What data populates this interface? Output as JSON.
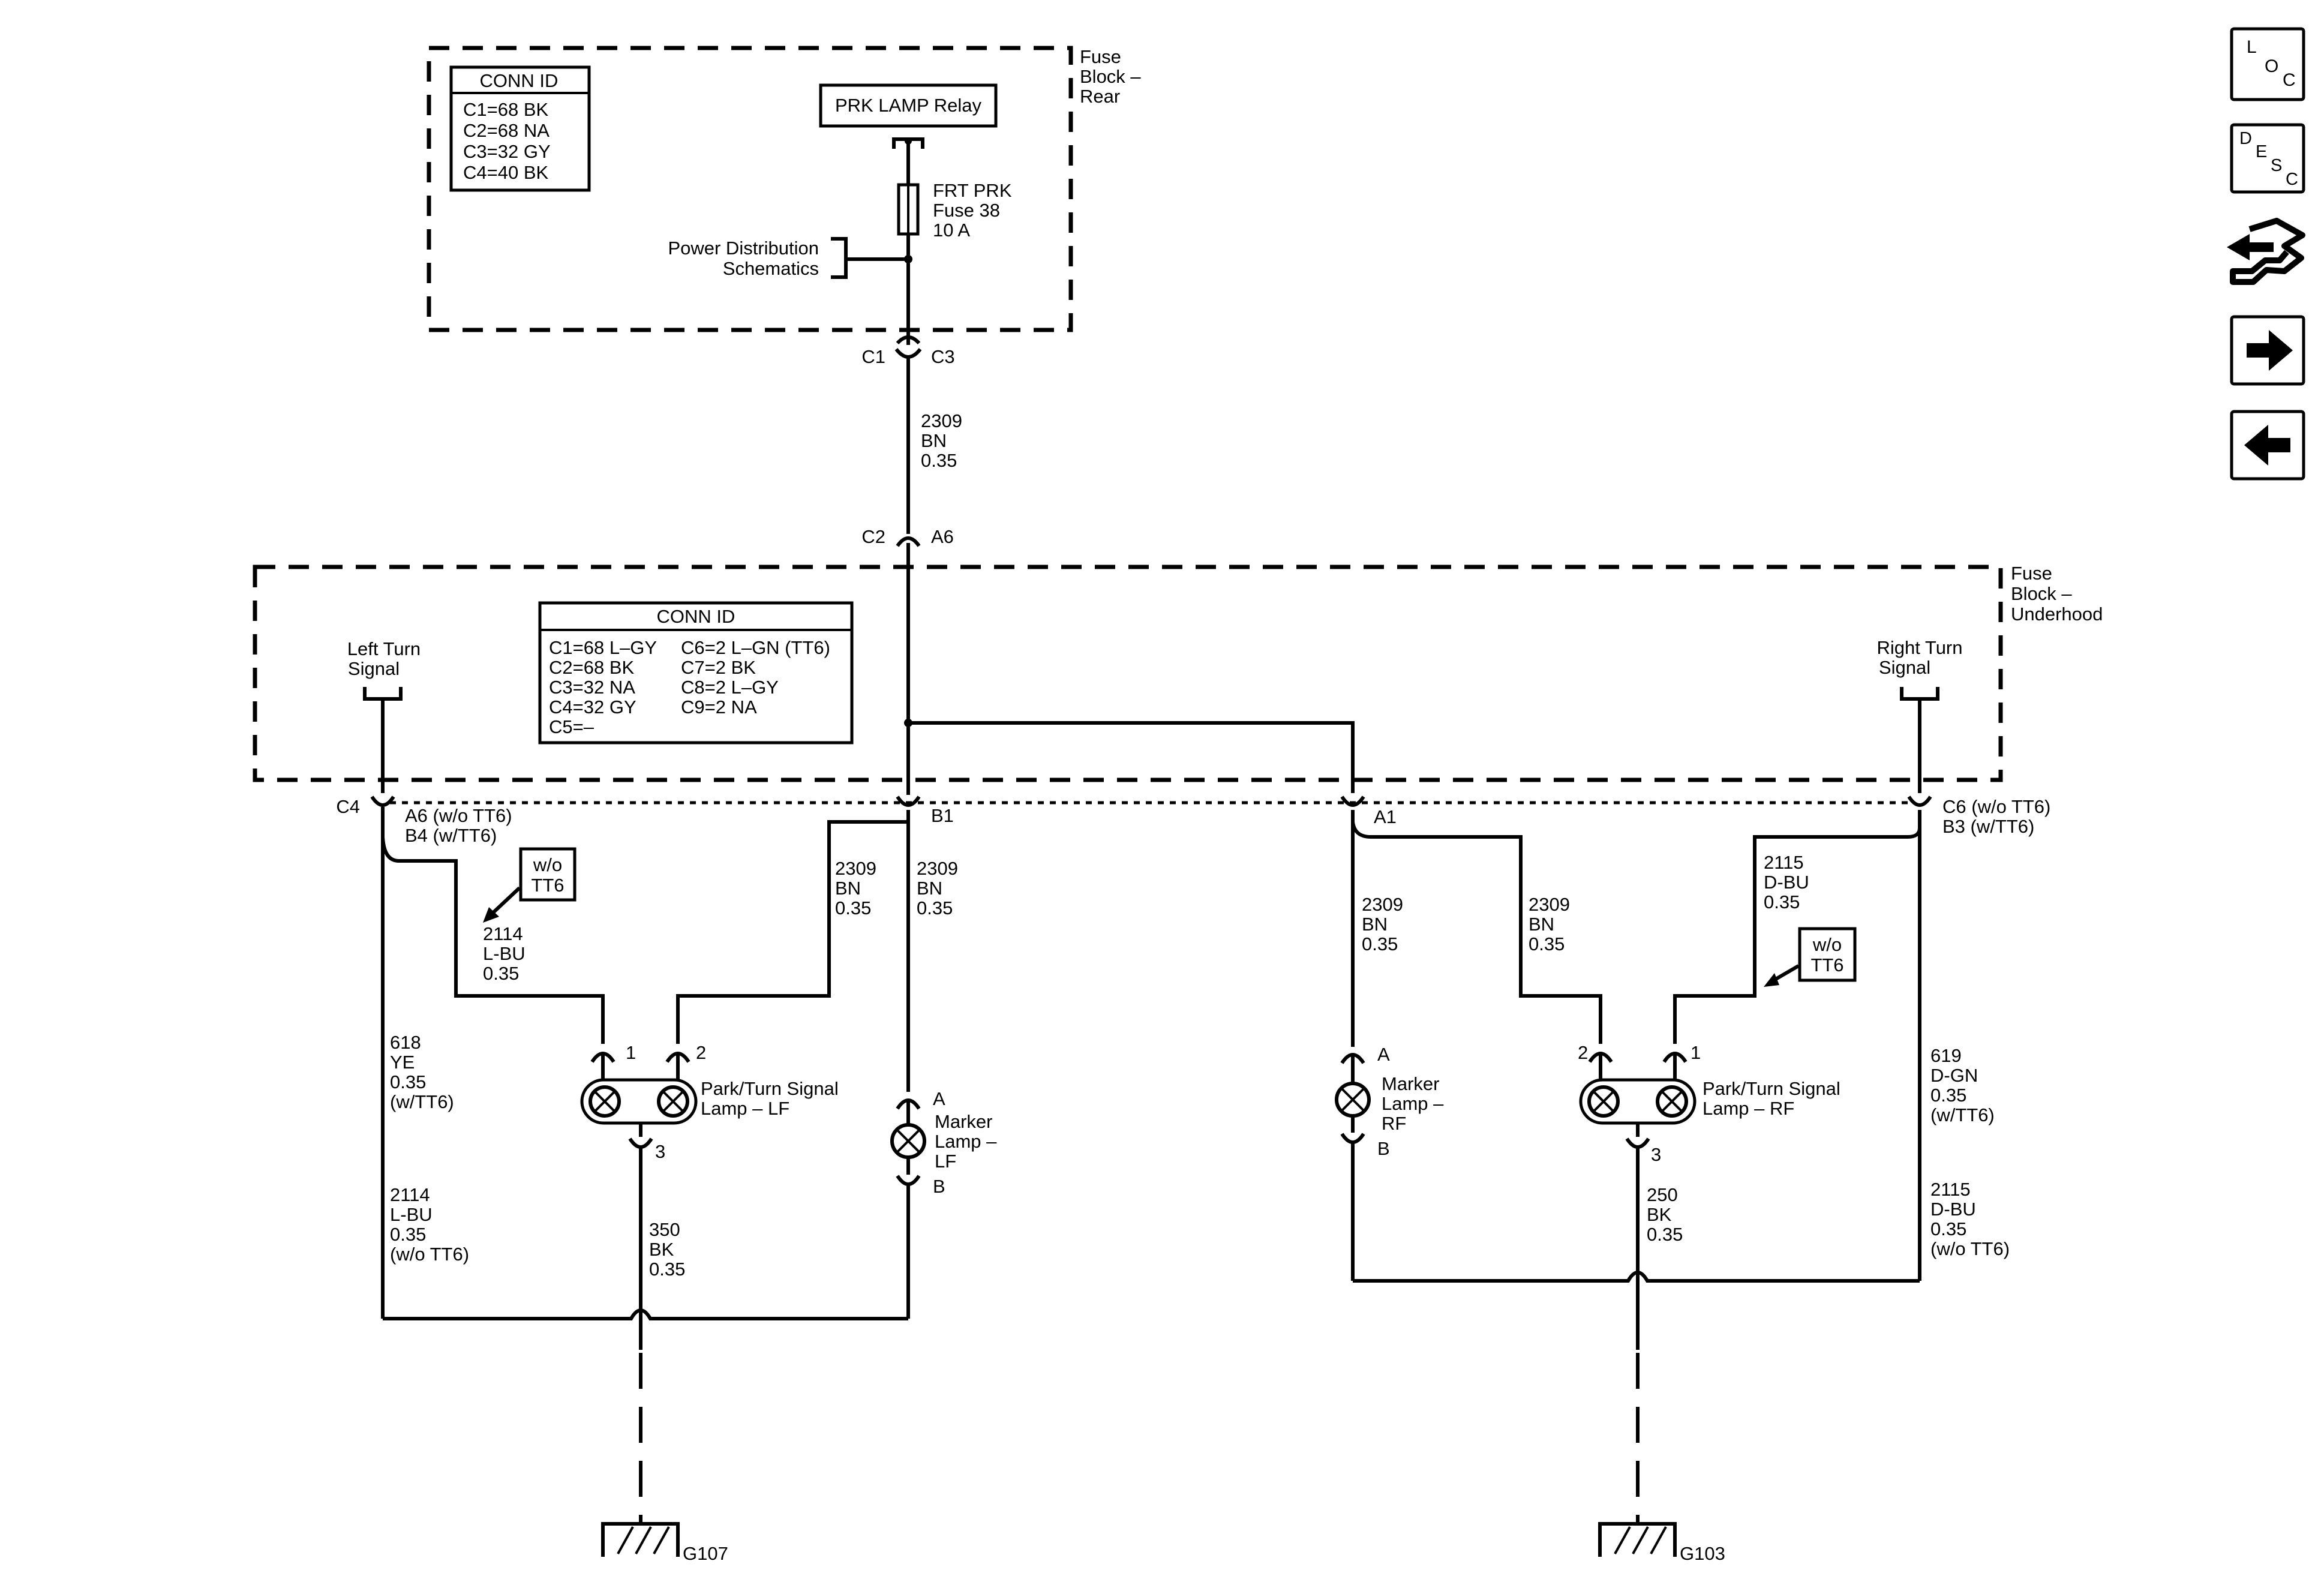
{
  "fuse_block_rear": {
    "label_lines": [
      "Fuse",
      "Block –",
      "Rear"
    ],
    "conn_id": {
      "title": "CONN ID",
      "rows": [
        "C1=68 BK",
        "C2=68 NA",
        "C3=32 GY",
        "C4=40 BK"
      ]
    },
    "relay_label": "PRK LAMP Relay",
    "fuse_lines": [
      "FRT PRK",
      "Fuse 38",
      "10 A"
    ],
    "power_dist_lines": [
      "Power Distribution",
      "Schematics"
    ]
  },
  "connectors": {
    "c1": "C1",
    "c3": "C3",
    "c2": "C2",
    "a6": "A6",
    "c4": "C4",
    "c4_pin_lines": [
      "A6 (w/o TT6)",
      "B4 (w/TT6)"
    ],
    "b1": "B1",
    "a1": "A1",
    "c6_lines": [
      "C6 (w/o TT6)",
      "B3 (w/TT6)"
    ]
  },
  "wires": {
    "main_feed": [
      "2309",
      "BN",
      "0.35"
    ],
    "lf_park_feed": [
      "2309",
      "BN",
      "0.35"
    ],
    "lf_marker_feed": [
      "2309",
      "BN",
      "0.35"
    ],
    "rf_marker_feed": [
      "2309",
      "BN",
      "0.35"
    ],
    "rf_park_feed": [
      "2309",
      "BN",
      "0.35"
    ],
    "left_turn_blue": [
      "2114",
      "L-BU",
      "0.35"
    ],
    "right_turn_blue": [
      "2115",
      "D-BU",
      "0.35"
    ],
    "left_yellow": [
      "618",
      "YE",
      "0.35",
      "(w/TT6)"
    ],
    "left_blue_bottom": [
      "2114",
      "L-BU",
      "0.35",
      "(w/o TT6)"
    ],
    "left_ground": [
      "350",
      "BK",
      "0.35"
    ],
    "right_ground": [
      "250",
      "BK",
      "0.35"
    ],
    "right_green": [
      "619",
      "D-GN",
      "0.35",
      "(w/TT6)"
    ],
    "right_blue_bottom": [
      "2115",
      "D-BU",
      "0.35",
      "(w/o TT6)"
    ]
  },
  "fuse_block_underhood": {
    "label_lines": [
      "Fuse",
      "Block –",
      "Underhood"
    ],
    "conn_id": {
      "title": "CONN ID",
      "col1": [
        "C1=68 L–GY",
        "C2=68 BK",
        "C3=32 NA",
        "C4=32 GY",
        "C5=–"
      ],
      "col2": [
        "C6=2 L–GN (TT6)",
        "C7=2 BK",
        "C8=2 L–GY",
        "C9=2 NA"
      ]
    },
    "left_turn_lines": [
      "Left Turn",
      "Signal"
    ],
    "right_turn_lines": [
      "Right Turn",
      "Signal"
    ]
  },
  "option_boxes": {
    "left": [
      "w/o",
      "TT6"
    ],
    "right": [
      "w/o",
      "TT6"
    ]
  },
  "lamps": {
    "lf_park": {
      "lines": [
        "Park/Turn Signal",
        "Lamp – LF"
      ],
      "pin1": "1",
      "pin2": "2",
      "pin3": "3"
    },
    "lf_marker": {
      "lines": [
        "Marker",
        "Lamp –",
        "LF"
      ],
      "pin_a": "A",
      "pin_b": "B"
    },
    "rf_marker": {
      "lines": [
        "Marker",
        "Lamp –",
        "RF"
      ],
      "pin_a": "A",
      "pin_b": "B"
    },
    "rf_park": {
      "lines": [
        "Park/Turn Signal",
        "Lamp – RF"
      ],
      "pin1": "1",
      "pin2": "2",
      "pin3": "3"
    }
  },
  "grounds": {
    "left": "G107",
    "right": "G103"
  },
  "nav": {
    "loc": [
      "L",
      "O",
      "C"
    ],
    "desc": [
      "D",
      "E",
      "S",
      "C"
    ]
  }
}
